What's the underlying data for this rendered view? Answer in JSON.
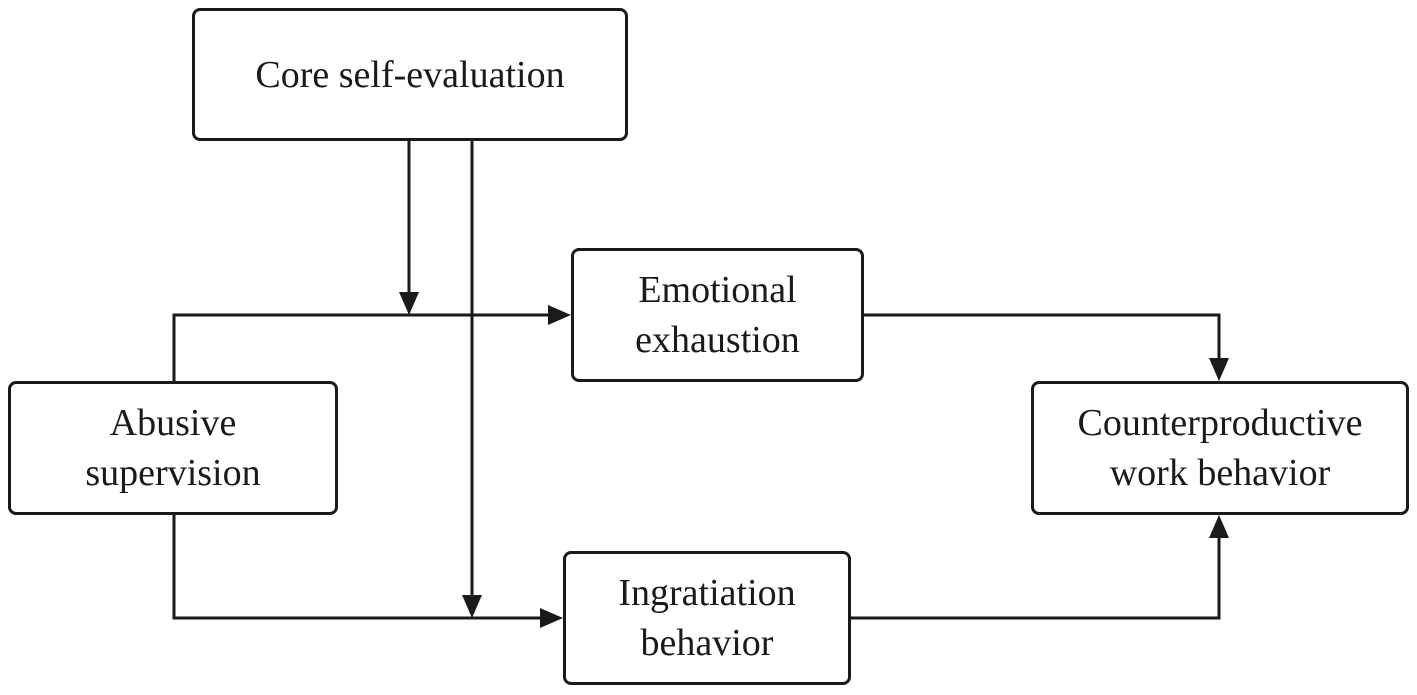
{
  "diagram": {
    "nodes": {
      "core_self_evaluation": {
        "lines": [
          "Core self-evaluation"
        ]
      },
      "emotional_exhaustion": {
        "lines": [
          "Emotional",
          "exhaustion"
        ]
      },
      "abusive_supervision": {
        "lines": [
          "Abusive",
          "supervision"
        ]
      },
      "counterproductive_work_behavior": {
        "lines": [
          "Counterproductive",
          "work behavior"
        ]
      },
      "ingratiation_behavior": {
        "lines": [
          "Ingratiation",
          "behavior"
        ]
      }
    },
    "edges": [
      {
        "from": "abusive_supervision",
        "to": "emotional_exhaustion"
      },
      {
        "from": "abusive_supervision",
        "to": "ingratiation_behavior"
      },
      {
        "from": "emotional_exhaustion",
        "to": "counterproductive_work_behavior"
      },
      {
        "from": "ingratiation_behavior",
        "to": "counterproductive_work_behavior"
      },
      {
        "from": "core_self_evaluation",
        "to": "path:abusive_supervision->emotional_exhaustion",
        "type": "moderation"
      },
      {
        "from": "core_self_evaluation",
        "to": "path:abusive_supervision->ingratiation_behavior",
        "type": "moderation"
      }
    ],
    "colors": {
      "stroke": "#1a1a1a",
      "background": "#ffffff"
    }
  }
}
